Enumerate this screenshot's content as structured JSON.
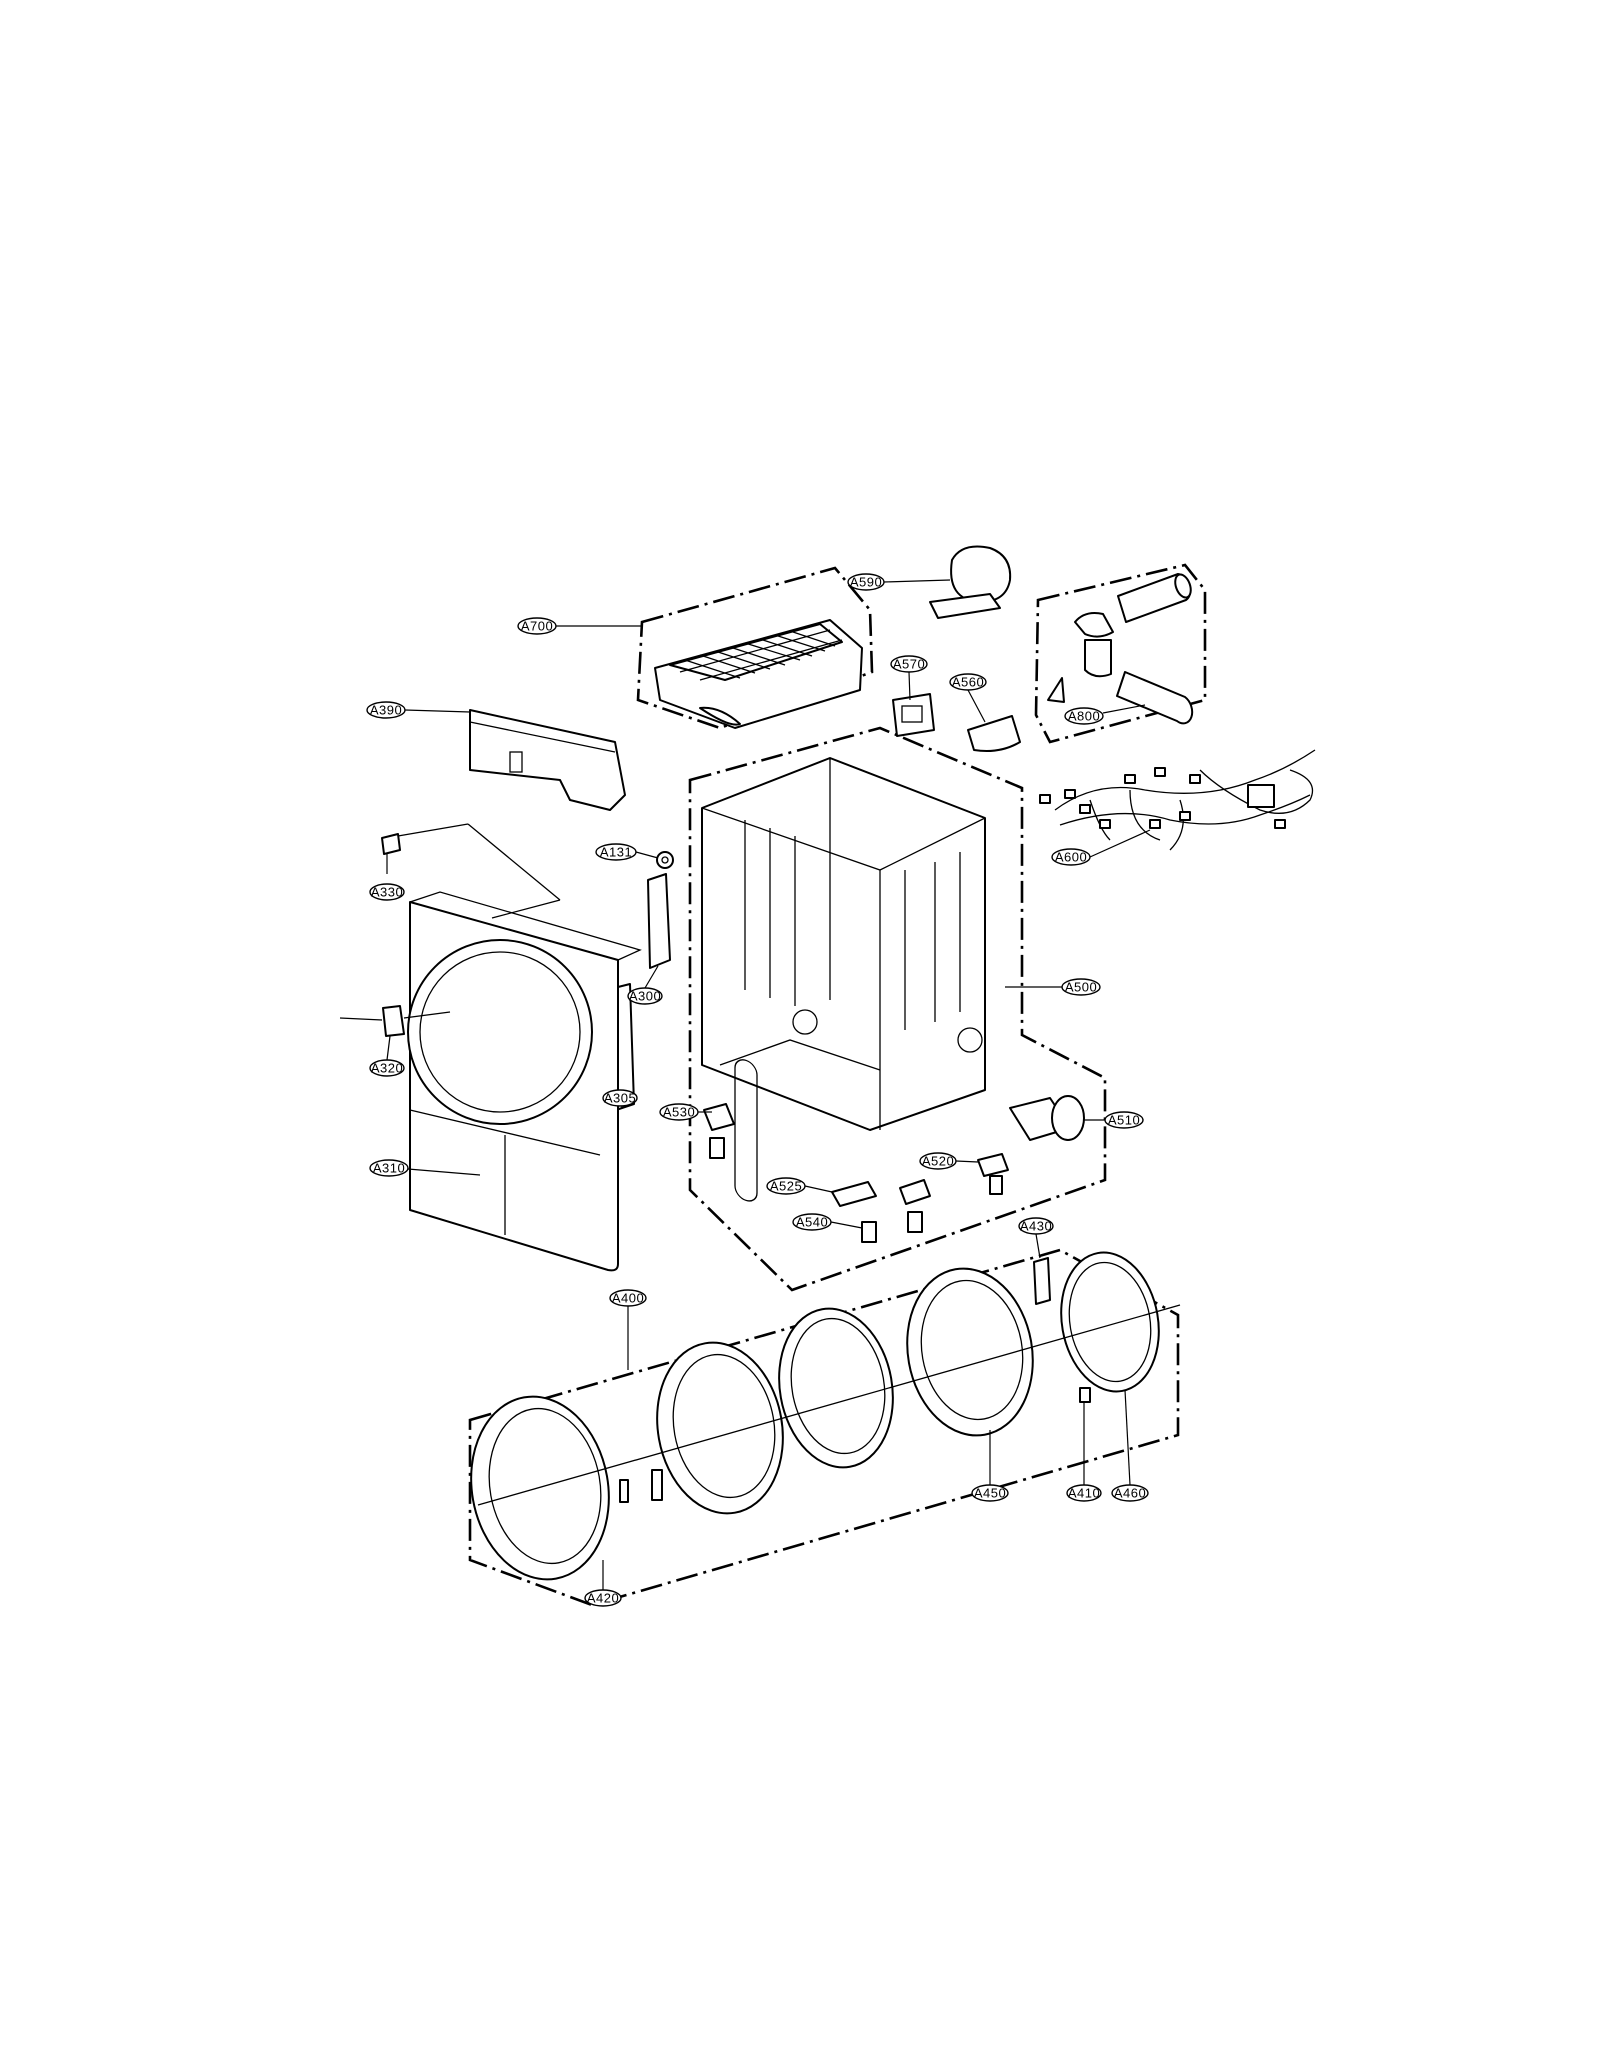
{
  "callouts": {
    "A590": "A590",
    "A700": "A700",
    "A570": "A570",
    "A560": "A560",
    "A800": "A800",
    "A390": "A390",
    "A600": "A600",
    "A131": "A131",
    "A330": "A330",
    "A300": "A300",
    "A500": "A500",
    "A320": "A320",
    "A305": "A305",
    "A530": "A530",
    "A510": "A510",
    "A520": "A520",
    "A310": "A310",
    "A525": "A525",
    "A540": "A540",
    "A430": "A430",
    "A400": "A400",
    "A450": "A450",
    "A410": "A410",
    "A460": "A460",
    "A420": "A420"
  },
  "colors": {
    "line": "#000000",
    "background": "#ffffff"
  }
}
